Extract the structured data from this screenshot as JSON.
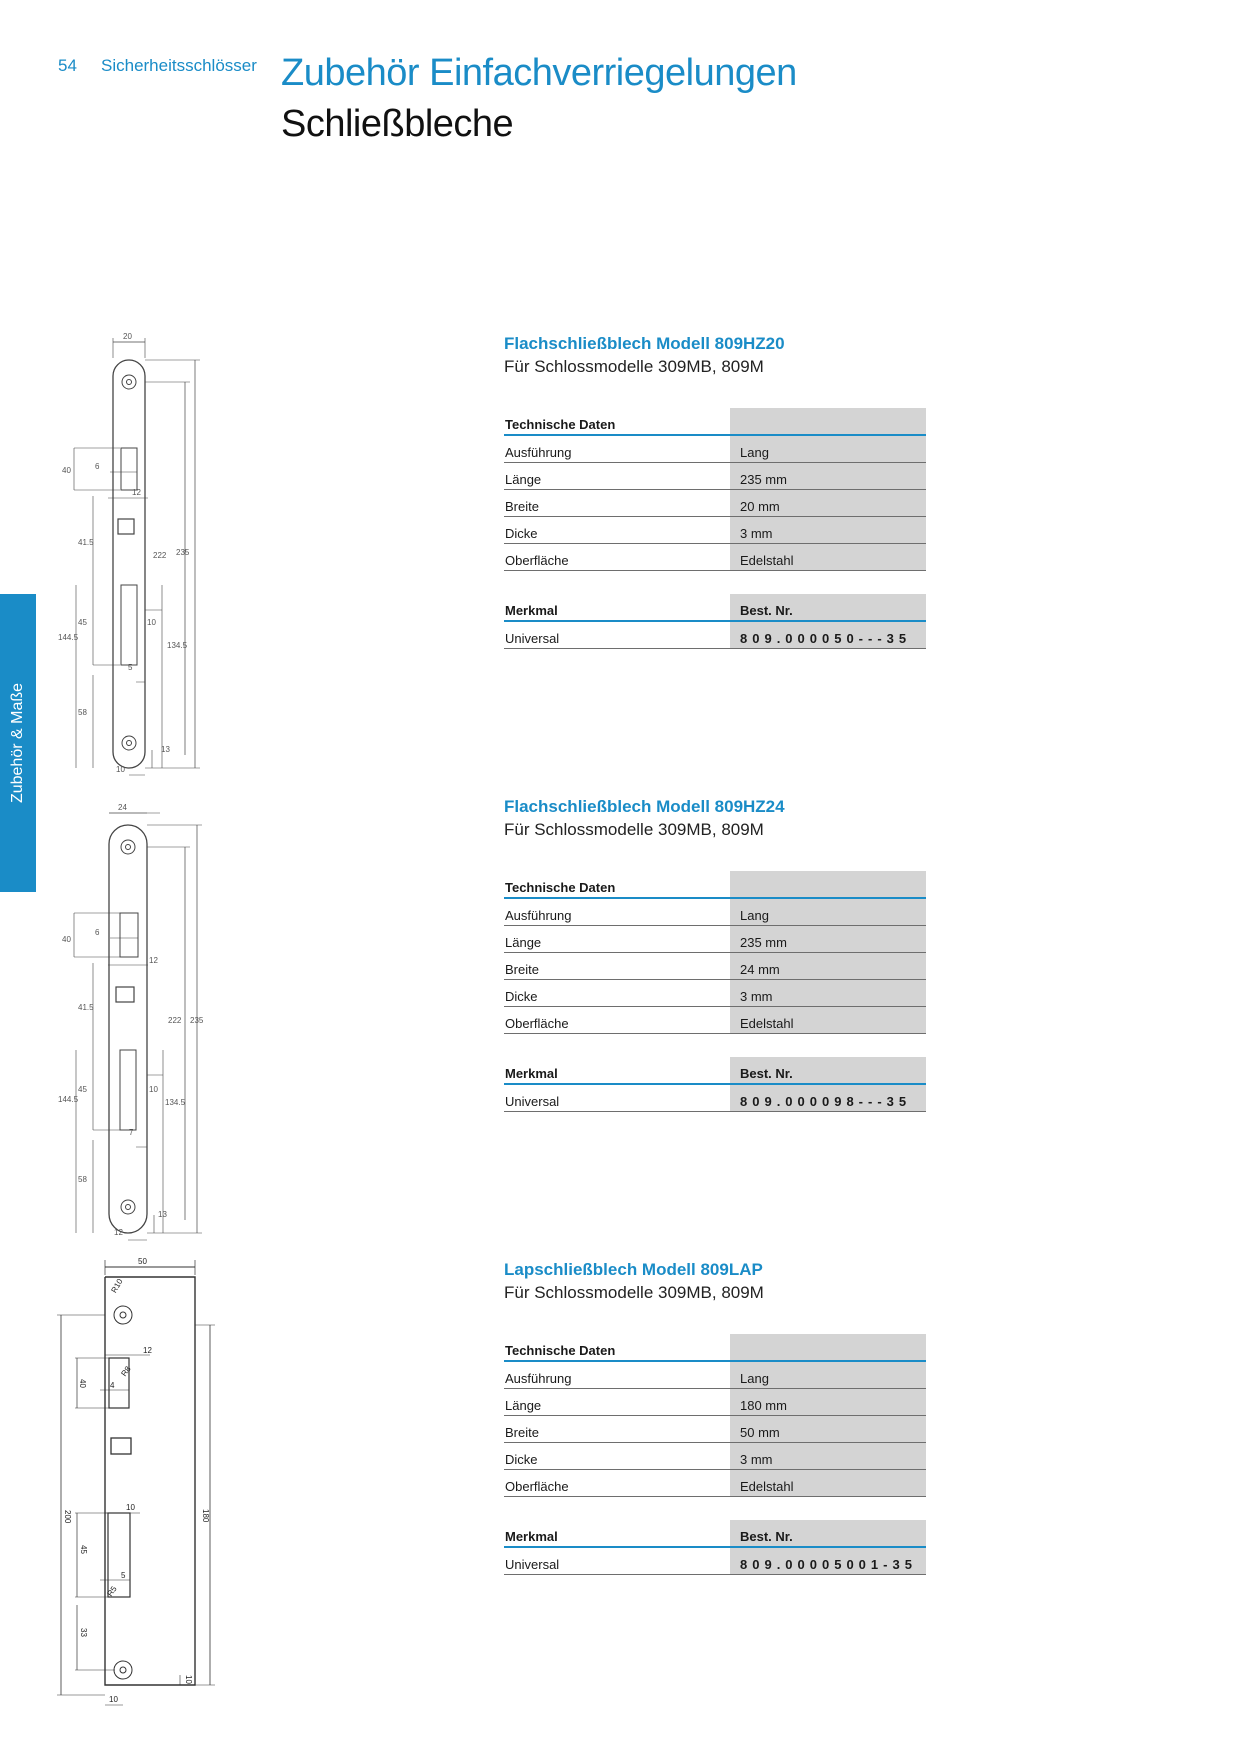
{
  "header": {
    "page_number": "54",
    "section": "Sicherheitsschlösser",
    "title": "Zubehör Einfachverriegelungen",
    "subtitle": "Schließbleche"
  },
  "side_tab": {
    "label": "Zubehör & Maße"
  },
  "products": [
    {
      "title": "Flachschließblech Modell 809HZ20",
      "subtitle": "Für Schlossmodelle 309MB, 809M",
      "tech_header": "Technische Daten",
      "specs": [
        {
          "label": "Ausführung",
          "value": "Lang"
        },
        {
          "label": "Länge",
          "value": "235 mm"
        },
        {
          "label": "Breite",
          "value": "20 mm"
        },
        {
          "label": "Dicke",
          "value": "3 mm"
        },
        {
          "label": "Oberfläche",
          "value": "Edelstahl"
        }
      ],
      "order_header": {
        "label": "Merkmal",
        "value": "Best. Nr."
      },
      "order": {
        "label": "Universal",
        "value": "809.000050---35"
      },
      "dims": {
        "w": "20",
        "total": "235",
        "inner": "222",
        "top": "40",
        "a": "6",
        "b": "12",
        "c": "41.5",
        "d": "45",
        "e": "10",
        "f": "144.5",
        "g": "134.5",
        "h": "5",
        "i": "58",
        "j": "13",
        "k": "10"
      }
    },
    {
      "title": "Flachschließblech Modell 809HZ24",
      "subtitle": "Für Schlossmodelle 309MB, 809M",
      "tech_header": "Technische Daten",
      "specs": [
        {
          "label": "Ausführung",
          "value": "Lang"
        },
        {
          "label": "Länge",
          "value": "235 mm"
        },
        {
          "label": "Breite",
          "value": "24 mm"
        },
        {
          "label": "Dicke",
          "value": "3 mm"
        },
        {
          "label": "Oberfläche",
          "value": "Edelstahl"
        }
      ],
      "order_header": {
        "label": "Merkmal",
        "value": "Best. Nr."
      },
      "order": {
        "label": "Universal",
        "value": "809.000098---35"
      },
      "dims": {
        "w": "24",
        "total": "235",
        "inner": "222",
        "top": "40",
        "a": "6",
        "b": "12",
        "c": "41.5",
        "d": "45",
        "e": "10",
        "f": "144.5",
        "g": "134.5",
        "h": "7",
        "i": "58",
        "j": "13",
        "k": "12"
      }
    },
    {
      "title": "Lapschließblech Modell 809LAP",
      "subtitle": "Für Schlossmodelle 309MB, 809M",
      "tech_header": "Technische Daten",
      "specs": [
        {
          "label": "Ausführung",
          "value": "Lang"
        },
        {
          "label": "Länge",
          "value": "180 mm"
        },
        {
          "label": "Breite",
          "value": "50 mm"
        },
        {
          "label": "Dicke",
          "value": "3 mm"
        },
        {
          "label": "Oberfläche",
          "value": "Edelstahl"
        }
      ],
      "order_header": {
        "label": "Merkmal",
        "value": "Best. Nr."
      },
      "order": {
        "label": "Universal",
        "value": "809.00005001-35"
      },
      "dims": {
        "w": "50",
        "r": "R10",
        "b": "12",
        "r2": "R8",
        "top": "40",
        "a": "4",
        "total": "200",
        "inner": "180",
        "e": "10",
        "d": "45",
        "h": "5",
        "r3": "R5",
        "i": "33",
        "j": "10",
        "k": "10"
      }
    }
  ]
}
